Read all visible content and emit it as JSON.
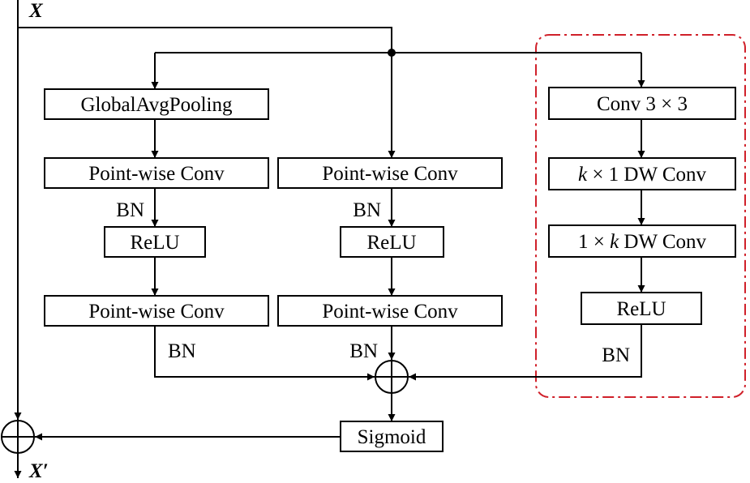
{
  "input_label": "X",
  "output_label": "X′",
  "branch_left": {
    "pool": "GlobalAvgPooling",
    "conv1": "Point-wise Conv",
    "bn1": "BN",
    "relu": "ReLU",
    "conv2": "Point-wise Conv",
    "bn2": "BN"
  },
  "branch_mid": {
    "conv1": "Point-wise Conv",
    "bn1": "BN",
    "relu": "ReLU",
    "conv2": "Point-wise Conv",
    "bn2": "BN"
  },
  "branch_right": {
    "conv3": "Conv 3 × 3",
    "dw1_var": "k",
    "dw1_rest": " × 1 DW Conv",
    "dw2_pre": "1 × ",
    "dw2_var": "k",
    "dw2_rest": " DW Conv",
    "relu": "ReLU",
    "bn": "BN"
  },
  "sigmoid": "Sigmoid",
  "colors": {
    "stroke": "#000000",
    "highlight_border": "#d0202a"
  }
}
